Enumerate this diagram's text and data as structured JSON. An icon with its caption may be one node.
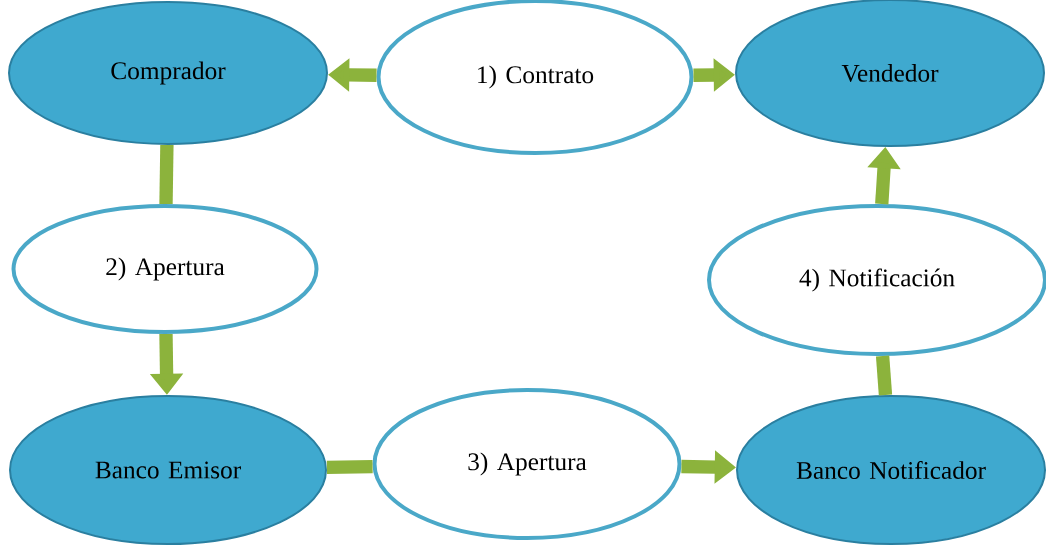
{
  "diagram": {
    "nodes": [
      {
        "text": [
          "Comprador"
        ]
      },
      {
        "text": [
          "1) Contrato"
        ]
      },
      {
        "text": [
          "Vendedor"
        ]
      },
      {
        "text": [
          "2) Apertura"
        ]
      },
      {
        "text": [
          "4) Notificación"
        ]
      },
      {
        "text": [
          "Banco Emisor"
        ]
      },
      {
        "text": [
          "3) Apertura"
        ]
      },
      {
        "text": [
          "Banco Notificador"
        ]
      }
    ],
    "edges": [
      {
        "from": 1,
        "to": 0,
        "arrow": "to"
      },
      {
        "from": 1,
        "to": 2,
        "arrow": "to"
      },
      {
        "from": 0,
        "to": 3,
        "arrow": "none"
      },
      {
        "from": 3,
        "to": 5,
        "arrow": "to"
      },
      {
        "from": 5,
        "to": 6,
        "arrow": "none"
      },
      {
        "from": 6,
        "to": 7,
        "arrow": "to"
      },
      {
        "from": 7,
        "to": 4,
        "arrow": "none"
      },
      {
        "from": 4,
        "to": 2,
        "arrow": "to"
      }
    ]
  }
}
